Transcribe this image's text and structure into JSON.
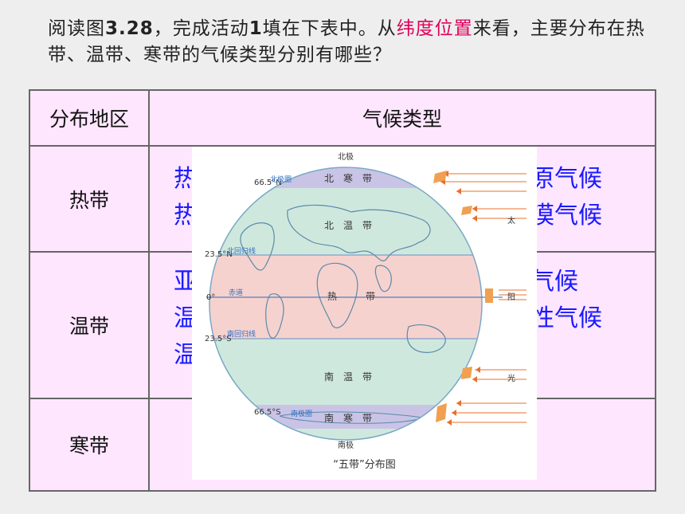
{
  "question": {
    "prefix": "阅读图",
    "figure_ref": "3.28",
    "middle": "，完成活动",
    "activity_no": "1",
    "after_activity": "填在下表中。从",
    "highlight": "纬度位置",
    "suffix": "来看，主要分布在热带、温带、寒带的气候类型分别有哪些？"
  },
  "table": {
    "col_region": "分布地区",
    "col_climate": "气候类型",
    "rows": [
      {
        "region": "热带",
        "left_lines": [
          "热",
          "热"
        ],
        "right_lines": [
          "原气候",
          "漠气候"
        ]
      },
      {
        "region": "温带",
        "left_lines": [
          "亚",
          "温",
          "温"
        ],
        "right_lines": [
          "气候",
          "性气候"
        ]
      },
      {
        "region": "寒带",
        "left_lines": [],
        "right_lines": []
      }
    ]
  },
  "map": {
    "caption": "“五带”分布图",
    "north_pole": "北极",
    "south_pole": "南极",
    "lat_665n": "66.5°N",
    "lat_235n": "23.5°N",
    "lat_0": "0°",
    "lat_235s": "23.5°S",
    "lat_665s": "66.5°S",
    "arctic_circle": "北极圈",
    "tropic_cancer": "北回归线",
    "equator": "赤道",
    "tropic_capricorn": "南回归线",
    "antarctic_circle": "南极圈",
    "north_frigid": "北　寒　带",
    "north_temperate": "北　温　带",
    "torrid": "热　　　带",
    "south_temperate": "南　温　带",
    "south_frigid": "南　寒　带",
    "sun_chars": [
      "太",
      "阳",
      "光"
    ]
  }
}
